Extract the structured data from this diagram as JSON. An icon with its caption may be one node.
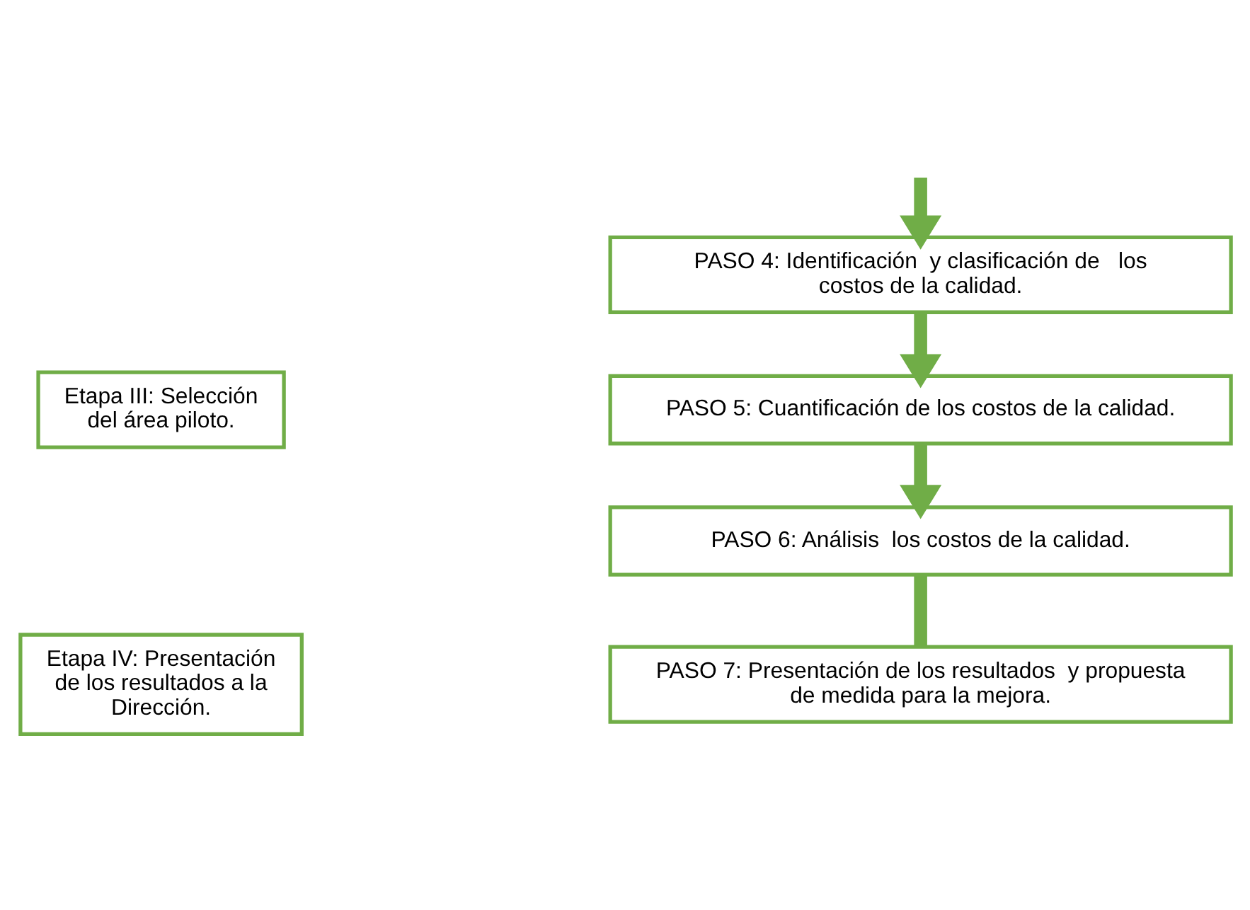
{
  "diagram": {
    "nodes": [
      {
        "text": [
          "Etapa III: Selección del área piloto."
        ]
      },
      {
        "text": [
          "Etapa IV: Presentación de los resultados a la Dirección."
        ]
      },
      {
        "text": [
          "PASO 4: Identificación  y clasificación de   los costos de la calidad."
        ]
      },
      {
        "text": [
          "PASO 5: Cuantificación de los costos de la calidad."
        ]
      },
      {
        "text": [
          "PASO 6: Análisis  los costos de la calidad."
        ]
      },
      {
        "text": [
          "PASO 7: Presentación de los resultados  y propuesta de medida para la mejora."
        ]
      }
    ],
    "edges": [
      {
        "from": null,
        "to": 2,
        "arrow": "to"
      },
      {
        "from": 2,
        "to": 3,
        "arrow": "to"
      },
      {
        "from": 3,
        "to": 4,
        "arrow": "to"
      },
      {
        "from": 4,
        "to": 5,
        "arrow": "none"
      }
    ]
  }
}
